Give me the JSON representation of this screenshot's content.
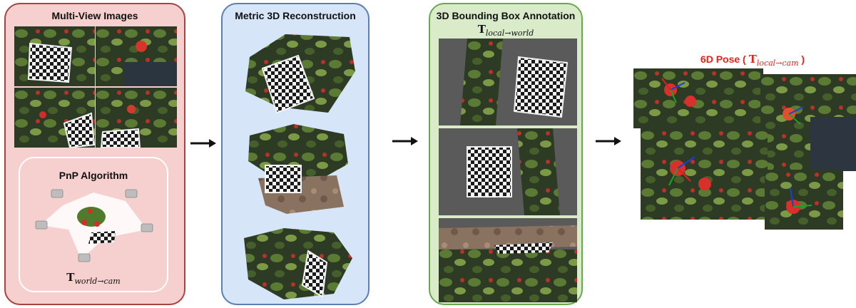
{
  "panels": {
    "multiview": {
      "title": "Multi-View Images",
      "pnp": {
        "title": "PnP Algorithm",
        "formula_main": "T",
        "formula_sub": "world→cam"
      }
    },
    "reconstruction": {
      "title": "Metric 3D Reconstruction"
    },
    "annotation": {
      "title": "3D Bounding Box Annotation",
      "formula_main": "T",
      "formula_sub": "local→world"
    },
    "pose": {
      "title_prefix": "6D Pose ( ",
      "formula_main": "T",
      "formula_sub": "local→cam",
      "title_suffix": " )"
    }
  },
  "colors": {
    "panel1_fill": "#f6cfcf",
    "panel1_border": "#a8433f",
    "panel2_fill": "#d6e5f7",
    "panel2_border": "#5b7fb0",
    "panel3_fill": "#d9ebc9",
    "panel3_border": "#6aa84f",
    "pose_title": "#e8221b"
  }
}
